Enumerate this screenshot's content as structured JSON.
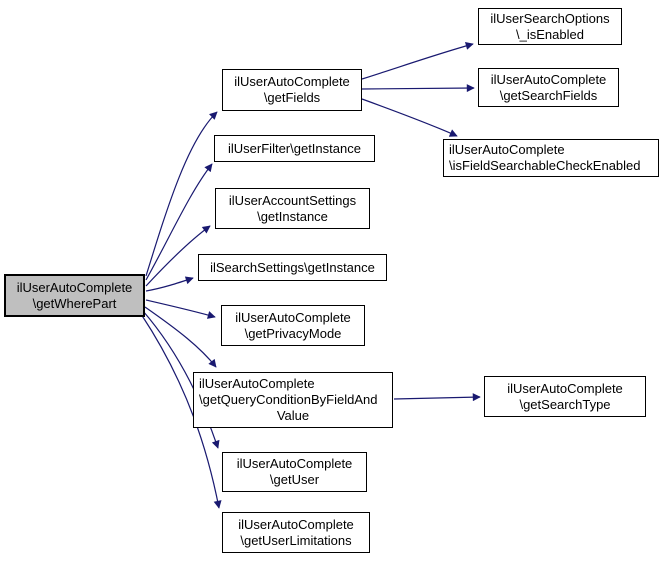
{
  "diagram": {
    "type": "call-graph",
    "root_function": "ilUserAutoComplete\\getWherePart",
    "colors": {
      "background": "#ffffff",
      "edge": "#191970",
      "node_border": "#000000",
      "node_fill": "#ffffff",
      "root_fill": "#bfbfbf"
    }
  },
  "nodes": {
    "root": {
      "lines": [
        "ilUserAutoComplete",
        "\\getWherePart"
      ]
    },
    "get_fields": {
      "lines": [
        "ilUserAutoComplete",
        "\\getFields"
      ]
    },
    "user_filter_get_instance": {
      "lines": [
        "ilUserFilter\\getInstance"
      ]
    },
    "user_account_settings_get_instance": {
      "lines": [
        "ilUserAccountSettings",
        "\\getInstance"
      ]
    },
    "search_settings_get_instance": {
      "lines": [
        "ilSearchSettings\\getInstance"
      ]
    },
    "get_privacy_mode": {
      "lines": [
        "ilUserAutoComplete",
        "\\getPrivacyMode"
      ]
    },
    "get_query_condition": {
      "lines": [
        "ilUserAutoComplete",
        "\\getQueryConditionByFieldAnd",
        "Value"
      ]
    },
    "get_user": {
      "lines": [
        "ilUserAutoComplete",
        "\\getUser"
      ]
    },
    "get_user_limitations": {
      "lines": [
        "ilUserAutoComplete",
        "\\getUserLimitations"
      ]
    },
    "is_enabled": {
      "lines": [
        "ilUserSearchOptions",
        "\\_isEnabled"
      ]
    },
    "get_search_fields": {
      "lines": [
        "ilUserAutoComplete",
        "\\getSearchFields"
      ]
    },
    "is_field_searchable_check_enabled": {
      "lines": [
        "ilUserAutoComplete",
        "\\isFieldSearchableCheckEnabled"
      ]
    },
    "get_search_type": {
      "lines": [
        "ilUserAutoComplete",
        "\\getSearchType"
      ]
    }
  }
}
